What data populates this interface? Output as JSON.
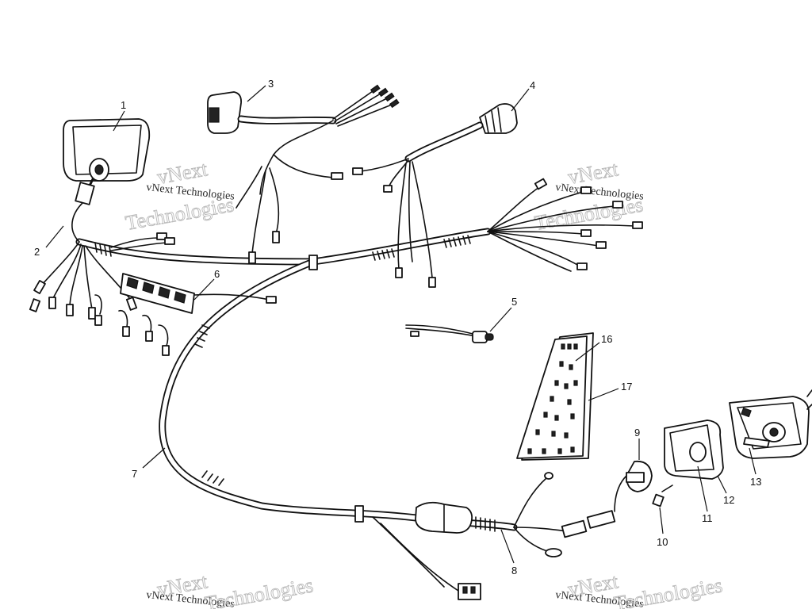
{
  "callouts": [
    "1",
    "2",
    "3",
    "4",
    "5",
    "6",
    "7",
    "8",
    "9",
    "10",
    "11",
    "12",
    "13",
    "16",
    "17"
  ],
  "watermark": {
    "big_line1": "vNext",
    "big_line2": "Technologies",
    "small": "vNext Technologies"
  }
}
